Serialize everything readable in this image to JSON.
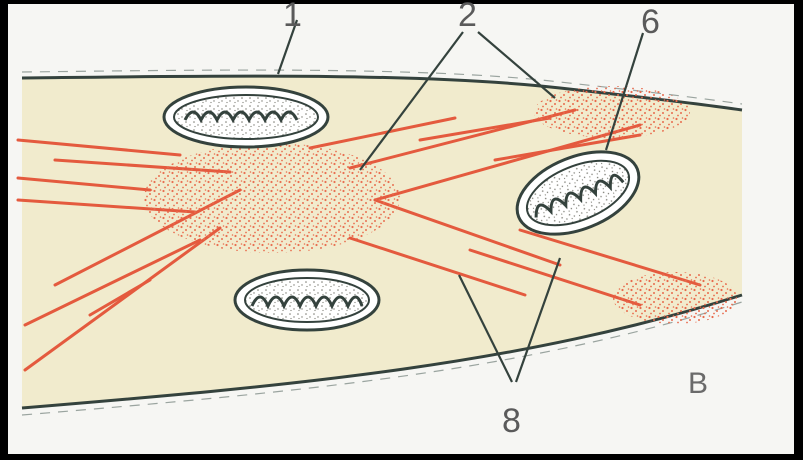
{
  "labels": {
    "l1": "1",
    "l2": "2",
    "l6": "6",
    "l8": "8",
    "panel": "B"
  },
  "colors": {
    "background": "#000000",
    "paper": "#f6f6f3",
    "cytoplasm": "#f1ebcd",
    "membrane": "#34423d",
    "filament": "#e45a3e",
    "dense_body": "#e86a4c",
    "label": "#5a5a5a"
  }
}
